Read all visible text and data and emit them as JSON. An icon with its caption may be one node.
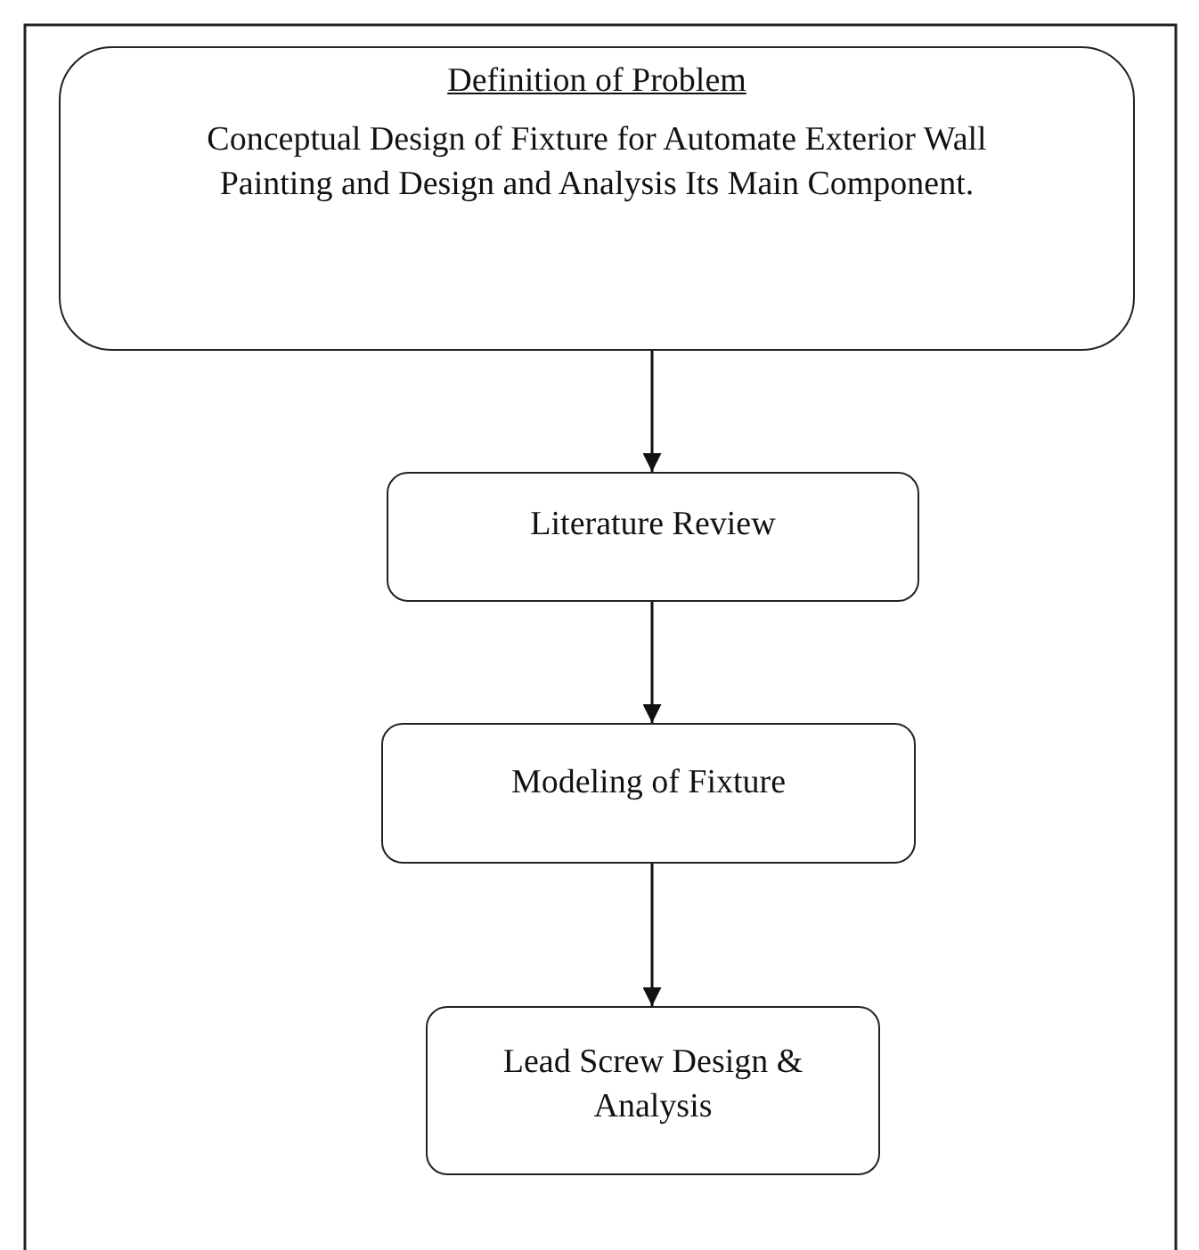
{
  "diagram": {
    "nodes": [
      {
        "text": [
          "Definition of Problem",
          "Conceptual Design of Fixture for Automate Exterior Wall Painting and Design and Analysis Its Main Component."
        ]
      },
      {
        "text": [
          "Literature Review"
        ]
      },
      {
        "text": [
          "Modeling of Fixture"
        ]
      },
      {
        "text": [
          "Lead Screw Design & Analysis"
        ]
      }
    ],
    "edges": [
      {
        "from": 0,
        "to": 1,
        "arrow": "to"
      },
      {
        "from": 1,
        "to": 2,
        "arrow": "to"
      },
      {
        "from": 2,
        "to": 3,
        "arrow": "to"
      }
    ]
  }
}
